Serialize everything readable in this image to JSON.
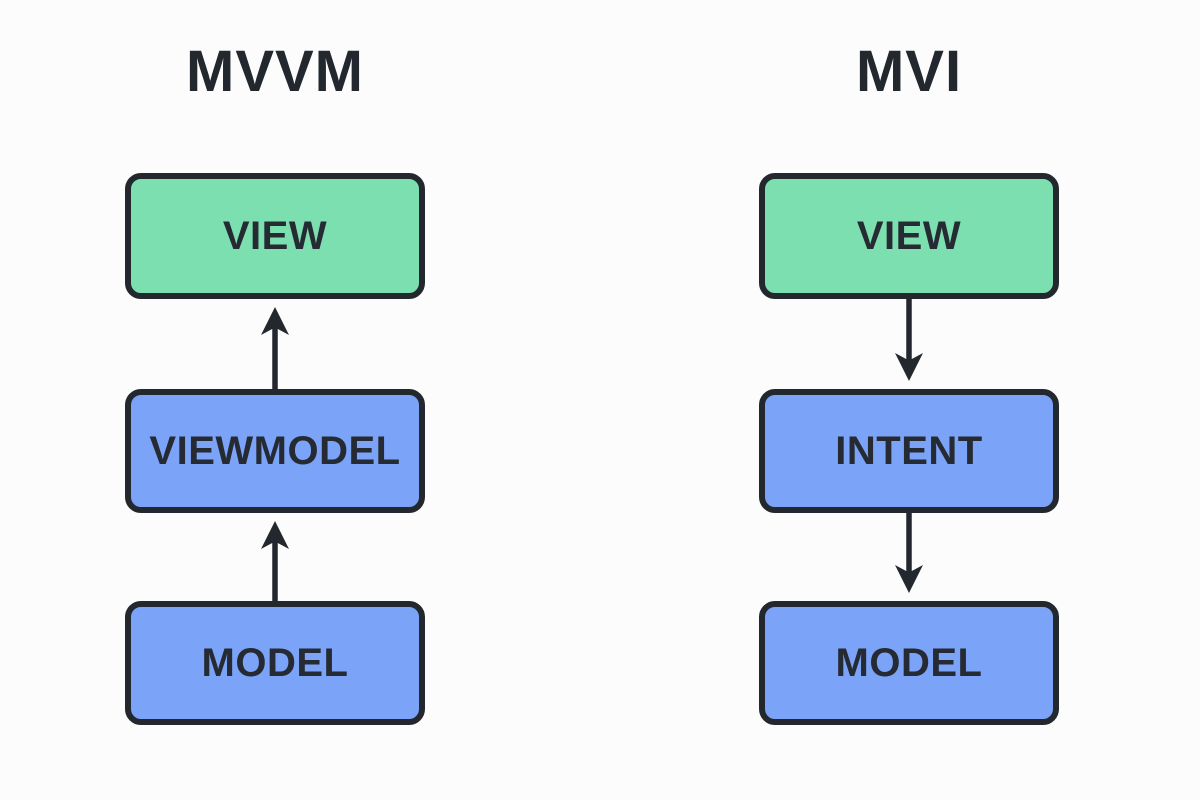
{
  "diagram": {
    "columns": [
      {
        "title": "MVVM",
        "arrow_direction": "up",
        "boxes": [
          {
            "label": "VIEW",
            "color": "green"
          },
          {
            "label": "VIEWMODEL",
            "color": "blue"
          },
          {
            "label": "MODEL",
            "color": "blue"
          }
        ]
      },
      {
        "title": "MVI",
        "arrow_direction": "down",
        "boxes": [
          {
            "label": "VIEW",
            "color": "green"
          },
          {
            "label": "INTENT",
            "color": "blue"
          },
          {
            "label": "MODEL",
            "color": "blue"
          }
        ]
      }
    ],
    "colors": {
      "view_green": "#7cdfaf",
      "component_blue": "#7ba3f7",
      "outline_dark": "#23282f",
      "background": "#fcfcfc"
    }
  }
}
